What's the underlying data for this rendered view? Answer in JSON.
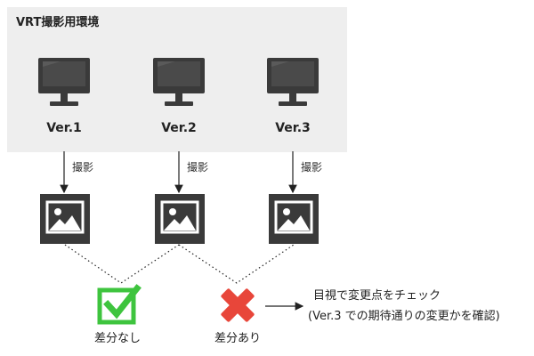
{
  "environment": {
    "title": "VRT撮影用環境"
  },
  "versions": [
    {
      "label": "Ver.1"
    },
    {
      "label": "Ver.2"
    },
    {
      "label": "Ver.3"
    }
  ],
  "capture_label": "撮影",
  "results": {
    "no_diff": "差分なし",
    "diff": "差分あり"
  },
  "note": {
    "line1": "目視で変更点をチェック",
    "line2": "(Ver.3 での期待通りの変更かを確認)"
  },
  "colors": {
    "env_background": "#eeeeee",
    "icon_dark": "#3a3a3a",
    "check_green": "#3ec43e",
    "cross_red": "#e8463a"
  },
  "icons": {
    "version": "monitor-icon",
    "capture": "image-icon",
    "no_diff": "checkbox-check-icon",
    "diff": "cross-icon"
  }
}
